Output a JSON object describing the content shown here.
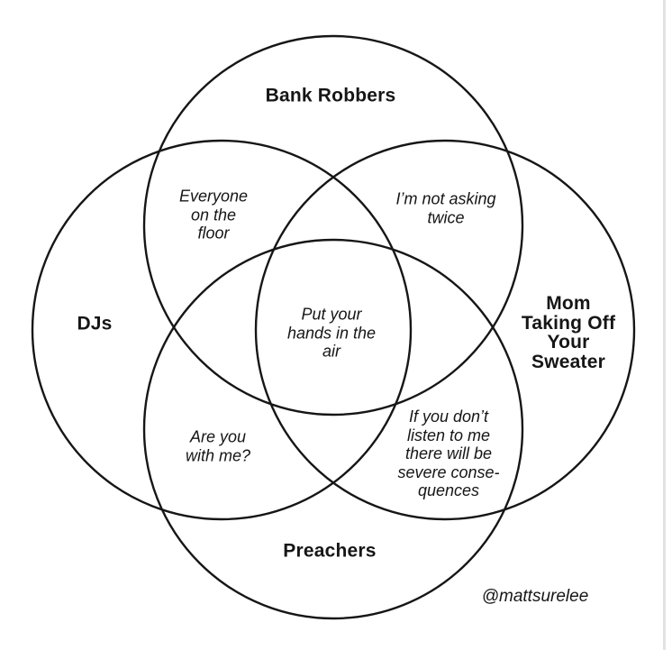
{
  "colors": {
    "background": "#ffffff",
    "line": "#161616",
    "text": "#161616",
    "divider": "#e2e2e2"
  },
  "venn": {
    "set_labels": {
      "top": "Bank Robbers",
      "left": "DJs",
      "right": "Mom\nTaking Off\nYour\nSweater",
      "bottom": "Preachers"
    },
    "overlap_labels": {
      "top_left": "Everyone\non the\nfloor",
      "top_right": "I’m not asking\ntwice",
      "center": "Put your\nhands in the\nair",
      "bottom_left": "Are you\nwith me?",
      "bottom_right": "If you don’t\nlisten to me\nthere will be\nsevere conse-\nquences"
    }
  },
  "attribution": "@mattsurelee"
}
